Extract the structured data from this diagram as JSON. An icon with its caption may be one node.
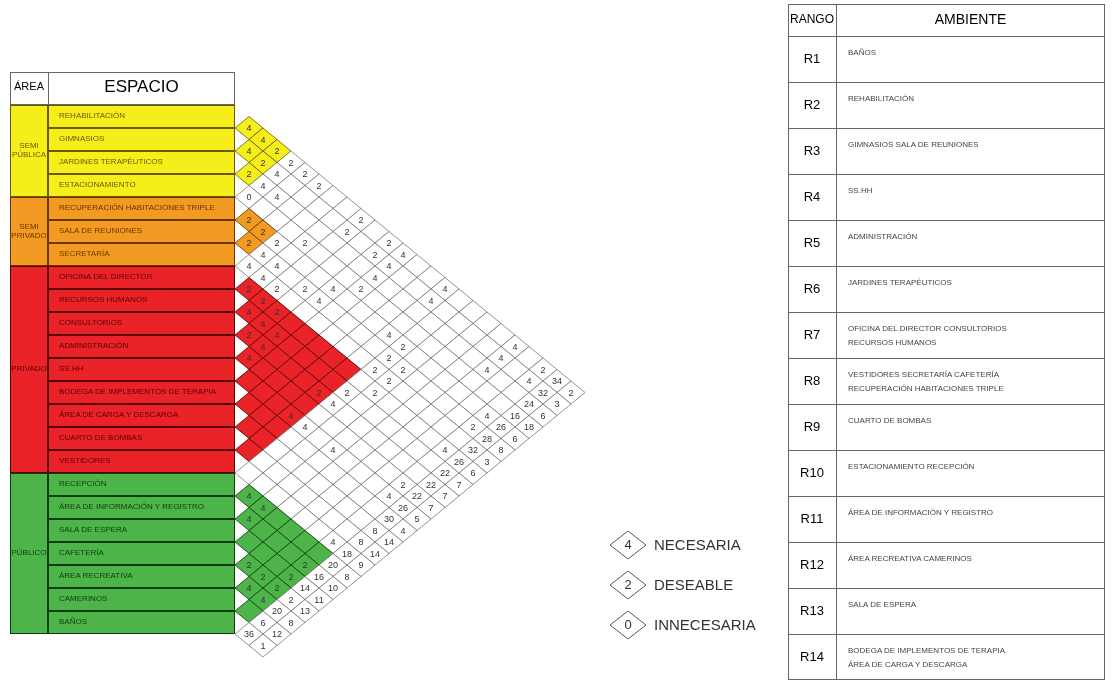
{
  "diagram": {
    "nodes": [
      {
        "text": [
          "SEMI PÚBLICA"
        ]
      },
      {
        "text": [
          "SEMI PRIVADO"
        ]
      },
      {
        "text": [
          "PRIVADO"
        ]
      },
      {
        "text": [
          "PÚBLICO"
        ]
      },
      {
        "text": [
          "REHABILITACIÓN"
        ]
      },
      {
        "text": [
          "GIMNASIOS"
        ]
      },
      {
        "text": [
          "JARDINES TERAPÉUTICOS"
        ]
      },
      {
        "text": [
          "ESTACIONAMIENTO"
        ]
      },
      {
        "text": [
          "RECUPERACIÓN HABITACIONES TRIPLE"
        ]
      },
      {
        "text": [
          "SALA DE REUNIONES"
        ]
      },
      {
        "text": [
          "SECRETARÍA"
        ]
      },
      {
        "text": [
          "OFICINA DEL DIRECTOR"
        ]
      },
      {
        "text": [
          "RECURSOS HUMANOS"
        ]
      },
      {
        "text": [
          "CONSULTORIOS"
        ]
      },
      {
        "text": [
          "ADMINISTRACIÓN"
        ]
      },
      {
        "text": [
          "SS.HH"
        ]
      },
      {
        "text": [
          "BODEGA DE IMPLEMENTOS DE TERAPIA"
        ]
      },
      {
        "text": [
          "ÁREA DE CARGA Y DESCARGA"
        ]
      },
      {
        "text": [
          "CUARTO DE BOMBAS"
        ]
      },
      {
        "text": [
          "VESTIDORES"
        ]
      },
      {
        "text": [
          "RECEPCIÓN"
        ]
      },
      {
        "text": [
          "ÁREA DE INFORMACIÓN Y REGISTRO"
        ]
      },
      {
        "text": [
          "SALA DE ESPERA"
        ]
      },
      {
        "text": [
          "CAFETERÍA"
        ]
      },
      {
        "text": [
          "ÁREA RECREATIVA"
        ]
      },
      {
        "text": [
          "CAMERINOS"
        ]
      },
      {
        "text": [
          "BAÑOS"
        ]
      }
    ],
    "labels": [
      "ÁREA",
      "ESPACIO",
      "4",
      "4",
      "4",
      "2",
      "2",
      "2",
      "2",
      "4",
      "2",
      "4",
      "2",
      "0",
      "4",
      "2",
      "2",
      "2",
      "2",
      "2",
      "2",
      "2",
      "2",
      "4",
      "2",
      "4",
      "4",
      "4",
      "4",
      "4",
      "4",
      "2",
      "2",
      "2",
      "4",
      "2",
      "4",
      "2",
      "4",
      "4",
      "4",
      "2",
      "4",
      "2",
      "4",
      "4",
      "4",
      "2",
      "4",
      "4",
      "2",
      "4",
      "2",
      "2",
      "4",
      "2",
      "2",
      "4",
      "2",
      "2",
      "2",
      "4",
      "4",
      "4",
      "4",
      "2",
      "4",
      "4",
      "2",
      "4",
      "4",
      "4",
      "4",
      "4",
      "2",
      "2",
      "2",
      "2",
      "4",
      "2",
      "4",
      "36",
      "6",
      "20",
      "2",
      "14",
      "16",
      "20",
      "18",
      "8",
      "8",
      "30",
      "26",
      "22",
      "22",
      "22",
      "26",
      "32",
      "28",
      "26",
      "16",
      "24",
      "32",
      "34",
      "1",
      "12",
      "8",
      "13",
      "11",
      "10",
      "8",
      "9",
      "14",
      "14",
      "4",
      "5",
      "7",
      "7",
      "7",
      "6",
      "3",
      "8",
      "6",
      "18",
      "6",
      "3",
      "2",
      "4",
      "2",
      "0",
      "RANGO",
      "AMBIENTE",
      "R1",
      "BAÑOS",
      "R2",
      "REHABILITACIÓN",
      "R3",
      "GIMNASIOS SALA DE REUNIONES",
      "R4",
      "SS.HH",
      "R5",
      "ADMINISTRACIÓN",
      "R6",
      "JARDINES TERAPÉUTICOS",
      "R7",
      "OFICINA DEL DIRECTOR CONSULTORIOS RECURSOS HUMANOS",
      "R8",
      "VESTIDORES SECRETARÍA CAFETERÍA RECUPERACIÓN HABITACIONES TRIPLE",
      "R9",
      "CUARTO DE BOMBAS",
      "R10",
      "ESTACIONAMIENTO RECEPCIÓN",
      "R11",
      "ÁREA DE INFORMACIÓN Y REGISTRO",
      "R12",
      "ÁREA RECREATIVA CAMERINOS",
      "R13",
      "SALA DE ESPERA",
      "R14",
      "BODEGA DE IMPLEMENTOS DE TERAPIA ÁREA DE CARGA Y DESCARGA"
    ],
    "legend": [
      {
        "text": "NECESARIA"
      },
      {
        "text": "DESEABLE"
      },
      {
        "text": "INNECESARIA"
      }
    ]
  }
}
